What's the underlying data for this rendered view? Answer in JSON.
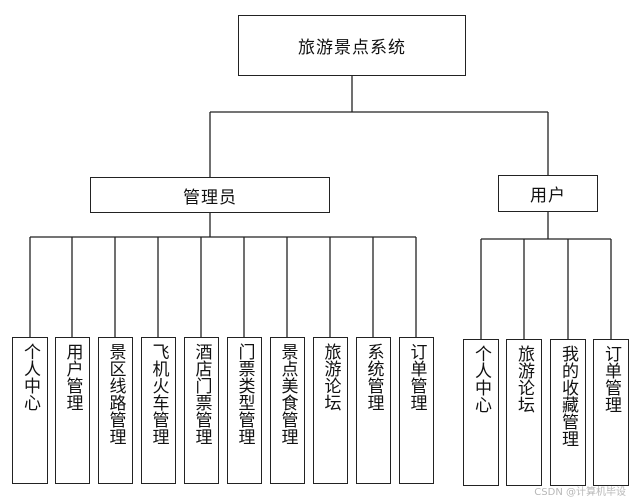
{
  "root": {
    "label": "旅游景点系统"
  },
  "admin": {
    "label": "管理员",
    "children": [
      "个人中心",
      "用户管理",
      "景区线路管理",
      "飞机火车管理",
      "酒店门票管理",
      "门票类型管理",
      "景点美食管理",
      "旅游论坛",
      "系统管理",
      "订单管理"
    ]
  },
  "user": {
    "label": "用户",
    "children": [
      "个人中心",
      "旅游论坛",
      "我的收藏管理",
      "订单管理"
    ]
  },
  "watermark": "CSDN @计算机毕设"
}
